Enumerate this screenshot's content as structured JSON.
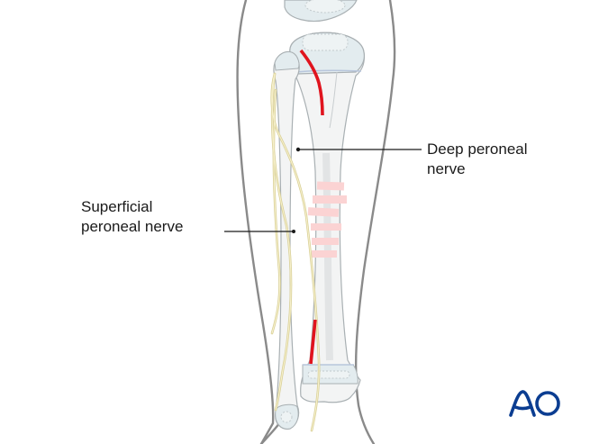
{
  "figure": {
    "description": "Anterior view of the lower leg (tibia and fibula) showing nerve courses and incision markings",
    "colors": {
      "skin_outline": "#8a8a8a",
      "bone_fill": "#f3f4f4",
      "bone_outline": "#a9b0b3",
      "cartilage": "#e3ecef",
      "nerve": "#eee4a8",
      "incision": "#e0141e",
      "fracture_marks": "#fbd3d3",
      "leader_line": "#1a1a1a",
      "logo": "#0b3d91"
    }
  },
  "labels": {
    "deep_peroneal": {
      "line1": "Deep peroneal",
      "line2": "nerve"
    },
    "superficial_peroneal": {
      "line1": "Superficial",
      "line2": "peroneal nerve"
    }
  },
  "logo": {
    "text": "AO"
  }
}
